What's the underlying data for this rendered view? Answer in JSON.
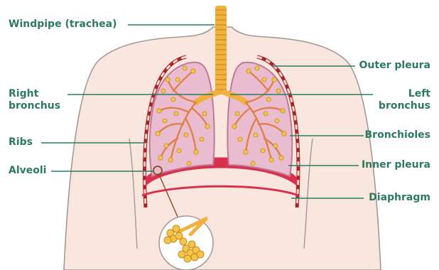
{
  "labels": {
    "windpipe": "Windpipe (trachea)",
    "right_bronchus": "Right\nbronchus",
    "ribs": "Ribs",
    "alveoli": "Alveoli",
    "outer_pleura": "Outer pleura",
    "left_bronchus": "Left\nbronchus",
    "bronchioles": "Bronchioles",
    "inner_pleura": "Inner pleura",
    "diaphragm": "Diaphragm"
  },
  "colors": {
    "label_text": "#2e7a5e",
    "leader_line": "#2e7a5e",
    "skin": "#f9e6de",
    "skin_outline": "#a29a96",
    "lung": "#e9bcd0",
    "lung_dark": "#c07a99",
    "airway": "#e0804a",
    "trachea": "#f2b13c",
    "alveoli": "#f5c44a",
    "rib": "#a8242a",
    "diaphragm": "#d9314d"
  }
}
